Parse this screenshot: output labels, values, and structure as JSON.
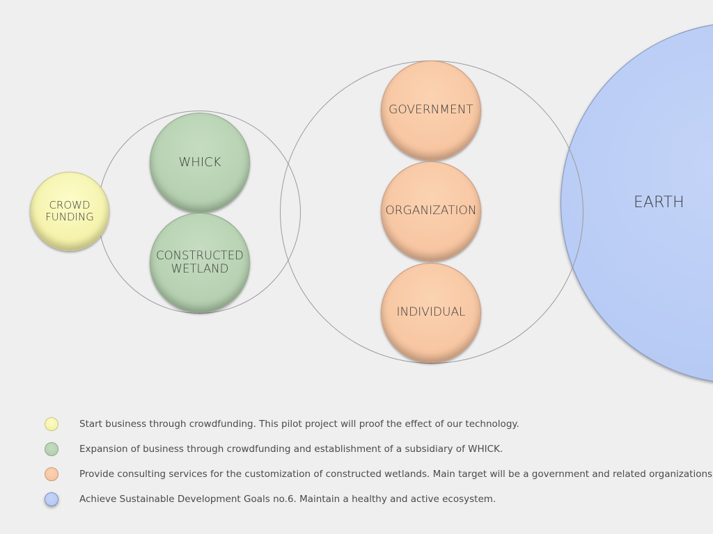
{
  "bubbles": {
    "crowd_funding": "CROWD\nFUNDING",
    "whick": "WHICK",
    "constructed_wetland": "CONSTRUCTED\nWETLAND",
    "government": "GOVERNMENT",
    "organization": "ORGANIZATION",
    "individual": "INDIVIDUAL",
    "earth": "EARTH"
  },
  "legend": [
    {
      "color": "#f4f0a6",
      "text": "Start business through crowdfunding. This pilot project will proof the effect of our technology."
    },
    {
      "color": "#b3cfae",
      "text": "Expansion of business through crowdfunding and establishment of a subsidiary of WHICK."
    },
    {
      "color": "#f7c49f",
      "text": "Provide consulting services for the customization of constructed wetlands. Main target will be a government and related organizations."
    },
    {
      "color": "#b5c9f4",
      "text": "Achieve Sustainable Development Goals no.6. Maintain a healthy and active ecosystem."
    }
  ],
  "colors": {
    "background": "#efefef",
    "ring": "#9a9a9a",
    "yellow": "#f4f0a6",
    "green": "#b3cfae",
    "orange": "#f7c49f",
    "blue": "#b5c9f4"
  }
}
